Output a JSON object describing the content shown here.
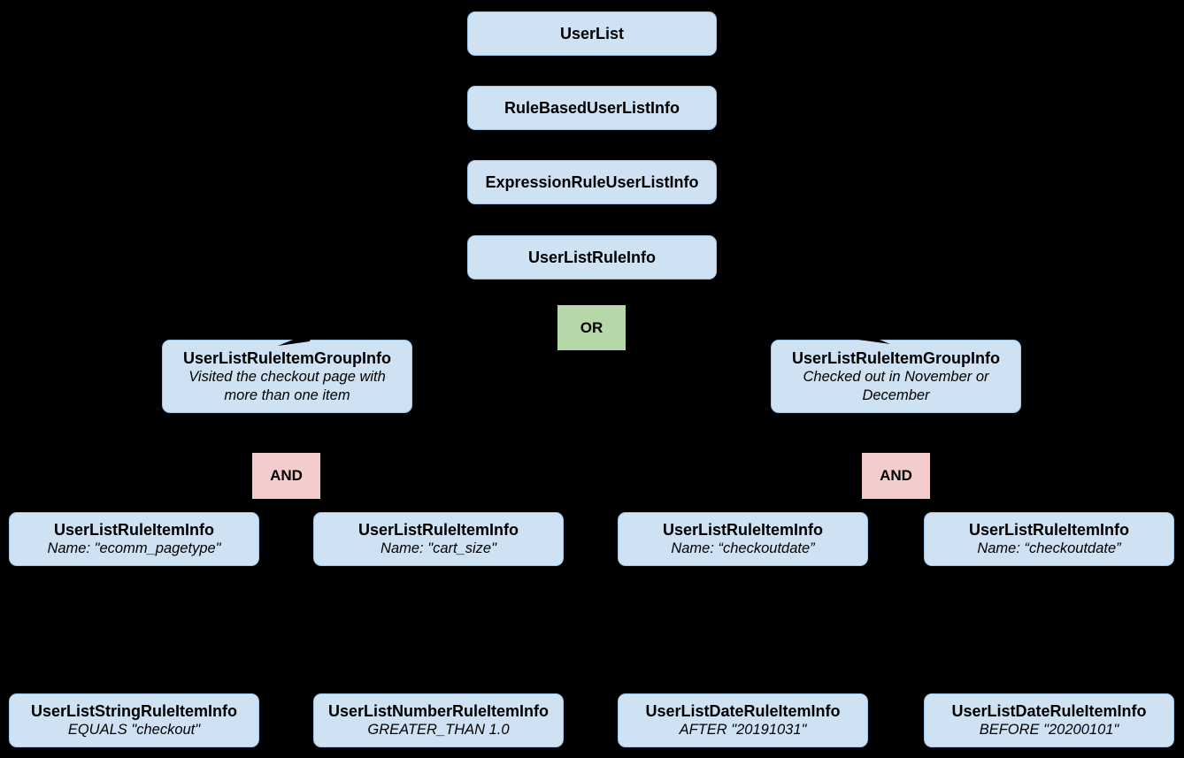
{
  "colors": {
    "background": "#000000",
    "node_fill": "#cfe2f3",
    "node_border": "#9fc5e8",
    "or_fill": "#b6d7a8",
    "and_fill": "#f4cccc",
    "text": "#000000"
  },
  "chain": [
    {
      "label": "UserList"
    },
    {
      "label": "RuleBasedUserListInfo"
    },
    {
      "label": "ExpressionRuleUserListInfo"
    },
    {
      "label": "UserListRuleInfo"
    }
  ],
  "operators": {
    "or": "OR",
    "and_left": "AND",
    "and_right": "AND"
  },
  "groups": [
    {
      "title": "UserListRuleItemGroupInfo",
      "description": "Visited the checkout page with more than one item"
    },
    {
      "title": "UserListRuleItemGroupInfo",
      "description": "Checked out in November or December"
    }
  ],
  "rule_items": [
    {
      "title": "UserListRuleItemInfo",
      "description": "Name: \"ecomm_pagetype\""
    },
    {
      "title": "UserListRuleItemInfo",
      "description": "Name: \"cart_size\""
    },
    {
      "title": "UserListRuleItemInfo",
      "description": "Name: “checkoutdate”"
    },
    {
      "title": "UserListRuleItemInfo",
      "description": "Name: “checkoutdate”"
    }
  ],
  "operand_items": [
    {
      "title": "UserListStringRuleItemInfo",
      "description": "EQUALS \"checkout\""
    },
    {
      "title": "UserListNumberRuleItemInfo",
      "description": "GREATER_THAN 1.0"
    },
    {
      "title": "UserListDateRuleItemInfo",
      "description": "AFTER \"20191031\""
    },
    {
      "title": "UserListDateRuleItemInfo",
      "description": "BEFORE \"20200101\""
    }
  ]
}
